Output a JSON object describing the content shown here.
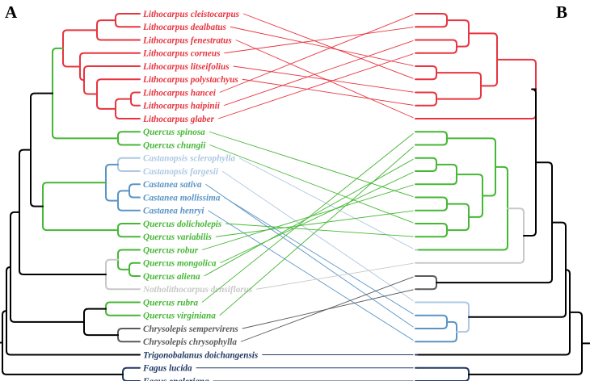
{
  "panels": {
    "left": "A",
    "right": "B"
  },
  "colors": {
    "lithocarpus": "#e8343f",
    "quercus": "#45b735",
    "castanopsis": "#aec8e2",
    "castanea": "#5a94c6",
    "notholithocarpus": "#c8c8c8",
    "chrysolepis": "#5a5a5a",
    "trigonobalanus": "#223a64",
    "fagus": "#223a64",
    "backbone": "#000000"
  },
  "taxa": [
    {
      "name": "Lithocarpus cleistocarpus",
      "group": "lithocarpus"
    },
    {
      "name": "Lithocarpus dealbatus",
      "group": "lithocarpus"
    },
    {
      "name": "Lithocarpus fenestratus",
      "group": "lithocarpus"
    },
    {
      "name": "Lithocarpus corneus",
      "group": "lithocarpus"
    },
    {
      "name": "Lithocarpus litseifolius",
      "group": "lithocarpus"
    },
    {
      "name": "Lithocarpus polystachyus",
      "group": "lithocarpus"
    },
    {
      "name": "Lithocarpus hancei",
      "group": "lithocarpus"
    },
    {
      "name": "Lithocarpus haipinii",
      "group": "lithocarpus"
    },
    {
      "name": "Lithocarpus glaber",
      "group": "lithocarpus"
    },
    {
      "name": "Quercus spinosa",
      "group": "quercus"
    },
    {
      "name": "Quercus chungii",
      "group": "quercus"
    },
    {
      "name": "Castanopsis sclerophylla",
      "group": "castanopsis"
    },
    {
      "name": "Castanopsis fargesii",
      "group": "castanopsis"
    },
    {
      "name": "Castanea sativa",
      "group": "castanea"
    },
    {
      "name": "Castanea mollissima",
      "group": "castanea"
    },
    {
      "name": "Castanea henryi",
      "group": "castanea"
    },
    {
      "name": "Quercus dolicholepis",
      "group": "quercus"
    },
    {
      "name": "Quercus variabilis",
      "group": "quercus"
    },
    {
      "name": "Quercus robur",
      "group": "quercus"
    },
    {
      "name": "Quercus mongolica",
      "group": "quercus"
    },
    {
      "name": "Quercus aliena",
      "group": "quercus"
    },
    {
      "name": "Notholithocarpus densiflorus",
      "group": "notholithocarpus"
    },
    {
      "name": "Quercus rubra",
      "group": "quercus"
    },
    {
      "name": "Quercus virginiana",
      "group": "quercus"
    },
    {
      "name": "Chrysolepis sempervirens",
      "group": "chrysolepis"
    },
    {
      "name": "Chrysolepis chrysophylla",
      "group": "chrysolepis"
    },
    {
      "name": "Trigonobalanus doichangensis",
      "group": "trigonobalanus"
    },
    {
      "name": "Fagus lucida",
      "group": "fagus"
    },
    {
      "name": "Fagus engleriana",
      "group": "fagus"
    }
  ],
  "right_tip_order": [
    "Lithocarpus hancei",
    "Lithocarpus corneus",
    "Lithocarpus haipinii",
    "Lithocarpus glaber",
    "Lithocarpus dealbatus",
    "Lithocarpus cleistocarpus",
    "Lithocarpus litseifolius",
    "Lithocarpus polystachyus",
    "Lithocarpus fenestratus",
    "Quercus rubra",
    "Quercus virginiana",
    "Quercus aliena",
    "Quercus mongolica",
    "Quercus robur",
    "Quercus spinosa",
    "Quercus variabilis",
    "Quercus chungii",
    "Quercus dolicholepis",
    "Castanopsis sclerophylla",
    "Notholithocarpus densiflorus",
    "Chrysolepis chrysophylla",
    "Chrysolepis sempervirens",
    "Castanopsis fargesii",
    "Castanea mollissima",
    "Castanea sativa",
    "Castanea henryi",
    "Trigonobalanus doichangensis",
    "Fagus lucida",
    "Fagus engleriana"
  ]
}
